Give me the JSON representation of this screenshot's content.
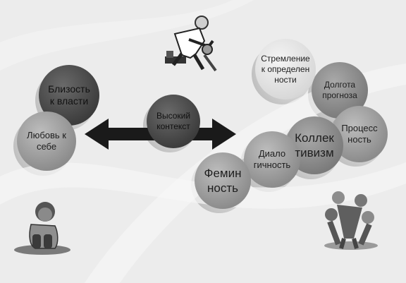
{
  "center": {
    "label": "Высокий\nконтекст"
  },
  "left": {
    "power": {
      "label": "Близость\nк власти"
    },
    "self_love": {
      "label": "Любовь к\nсебе"
    }
  },
  "right": {
    "aspiration": {
      "label": "Стремление\nк определен\nности"
    },
    "longterm": {
      "label": "Долгота\nпрогноза"
    },
    "process": {
      "label": "Процесс\nность"
    },
    "collectivism": {
      "label": "Коллек\nтивизм"
    },
    "dialogue": {
      "label": "Диало\nгичность"
    },
    "femininity": {
      "label": "Фемин\nность"
    }
  },
  "icons": [
    "runner-icon",
    "sitting-child-icon",
    "group-huddle-icon",
    "double-arrow-icon"
  ]
}
